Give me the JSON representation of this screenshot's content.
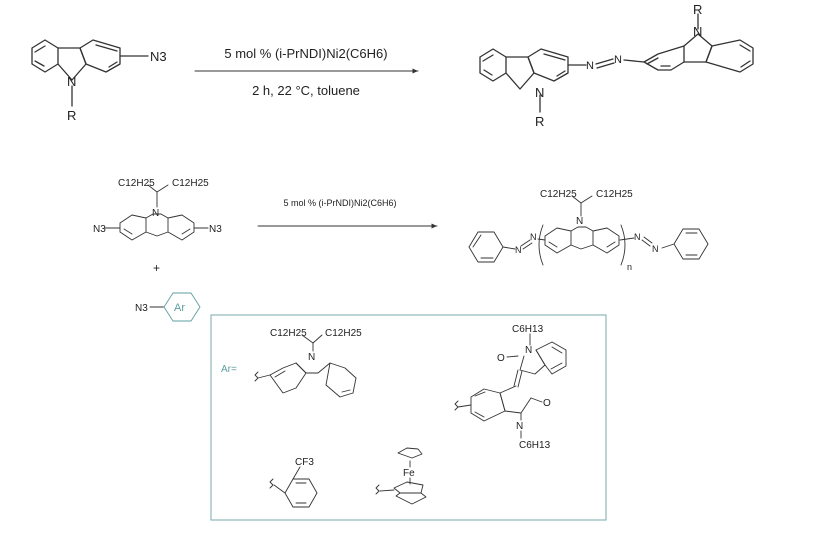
{
  "reaction1": {
    "catalyst": "5 mol % (i-PrNDI)Ni2(C6H6)",
    "conditions": "2 h, 22 °C, toluene",
    "n3": "N3",
    "n": "N",
    "r": "R",
    "azo_n": "N"
  },
  "reaction2": {
    "catalyst": "5 mol % (i-PrNDI)Ni2(C6H6)",
    "c12h25": "C12H25",
    "n3": "N3",
    "n": "N",
    "plus": "+",
    "ar": "Ar",
    "n_sub": "n"
  },
  "box": {
    "ar_label": "Ar=",
    "c12h25": "C12H25",
    "c6h13": "C6H13",
    "o": "O",
    "n": "N",
    "cf3": "CF3",
    "fe": "Fe"
  },
  "colors": {
    "accent": "#5f9ea0",
    "box_border": "#8fb8b8"
  }
}
